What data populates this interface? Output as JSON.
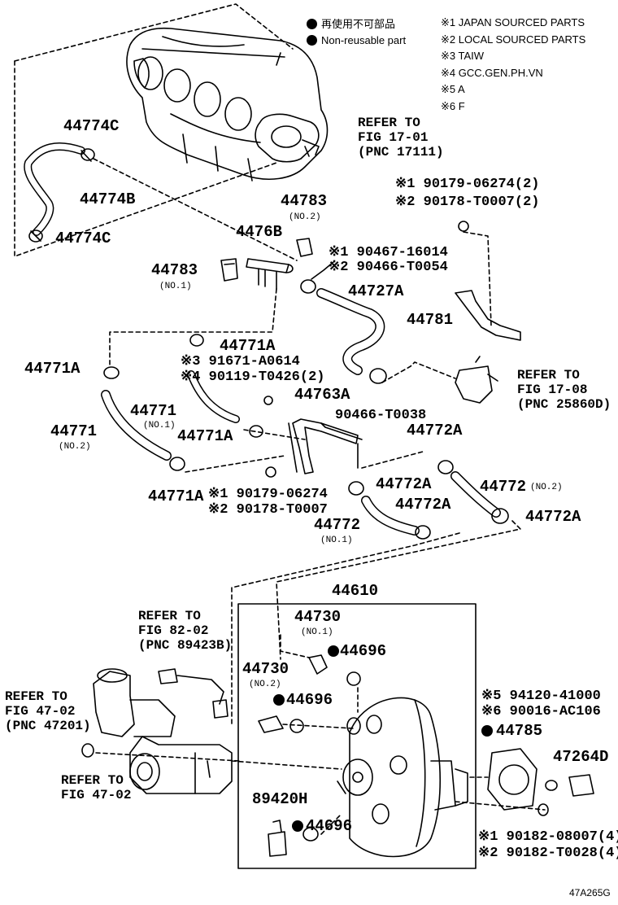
{
  "legend": {
    "nonreusable_jp": "再使用不可部品",
    "nonreusable_en": "Non-reusable part",
    "notes": [
      "※1 JAPAN SOURCED PARTS",
      "※2 LOCAL SOURCED PARTS",
      "※3 TAIW",
      "※4 GCC.GEN.PH.VN",
      "※5 A",
      "※6 F"
    ]
  },
  "refs": {
    "r1": [
      "REFER TO",
      "FIG 17-01",
      "(PNC 17111)"
    ],
    "r2": [
      "REFER TO",
      "FIG 17-08",
      "(PNC 25860D)"
    ],
    "r3": [
      "REFER TO",
      "FIG 82-02",
      "(PNC 89423B)"
    ],
    "r4": [
      "REFER TO",
      "FIG 47-02",
      "(PNC 47201)"
    ],
    "r5": [
      "REFER TO",
      "FIG 47-02"
    ]
  },
  "parts": {
    "p44774C_a": "44774C",
    "p44774B": "44774B",
    "p44774C_b": "44774C",
    "p44783_a": "44783",
    "p44783_a_sub": "(NO.2)",
    "p4476B": "4476B",
    "p44783_b": "44783",
    "p44783_b_sub": "(NO.1)",
    "p90179": "※1 90179-06274(2)",
    "p90178": "※2 90178-T0007(2)",
    "p90467": "※1 90467-16014",
    "p90466a": "※2 90466-T0054",
    "p44727A": "44727A",
    "p44781": "44781",
    "p44771A_a": "44771A",
    "p44771A_b": "44771A",
    "p91671": "※3 91671-A0614",
    "p90119": "※4 90119-T0426(2)",
    "p44763A": "44763A",
    "p44771_a": "44771",
    "p44771_a_sub": "(NO.1)",
    "p44771_b": "44771",
    "p44771_b_sub": "(NO.2)",
    "p44771A_c": "44771A",
    "p90466b": "90466-T0038",
    "p44772A_a": "44772A",
    "p44772A_b": "44772A",
    "p44772_a": "44772",
    "p44772_a_sub": "(NO.2)",
    "p44771A_d": "44771A",
    "p90179b": "※1 90179-06274",
    "p90178b": "※2 90178-T0007",
    "p44772A_c": "44772A",
    "p44772A_d": "44772A",
    "p44772_b": "44772",
    "p44772_b_sub": "(NO.1)",
    "p44610": "44610",
    "p44730_a": "44730",
    "p44730_a_sub": "(NO.1)",
    "p44696_a": "44696",
    "p44730_b": "44730",
    "p44730_b_sub": "(NO.2)",
    "p44696_b": "44696",
    "p94120": "※5 94120-41000",
    "p90016": "※6 90016-AC106",
    "p44785": "44785",
    "p47264D": "47264D",
    "p89420H": "89420H",
    "p44696_c": "44696",
    "p90182a": "※1 90182-08007(4)",
    "p90182b": "※2 90182-T0028(4)"
  },
  "code": "47A265G"
}
